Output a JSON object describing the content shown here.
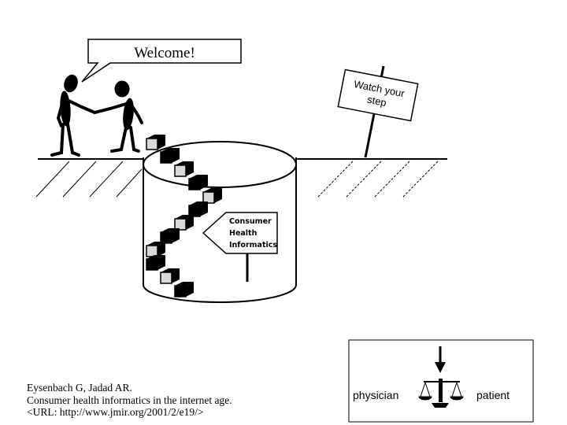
{
  "speech_bubble": {
    "text": "Welcome!"
  },
  "warning_sign": {
    "line1": "Watch your",
    "line2": "step"
  },
  "chi_sign": {
    "line1": "Consumer",
    "line2": "Health",
    "line3": "Informatics"
  },
  "balance": {
    "left_label": "physician",
    "right_label": "patient"
  },
  "citation": {
    "line1": "Eysenbach G, Jadad AR.",
    "line2": "Consumer health informatics in the internet age.",
    "line3": "<URL: http://www.jmir.org/2001/2/e19/>"
  },
  "colors": {
    "ink": "#000000",
    "box_face": "#d9d9d9",
    "background": "#ffffff"
  }
}
